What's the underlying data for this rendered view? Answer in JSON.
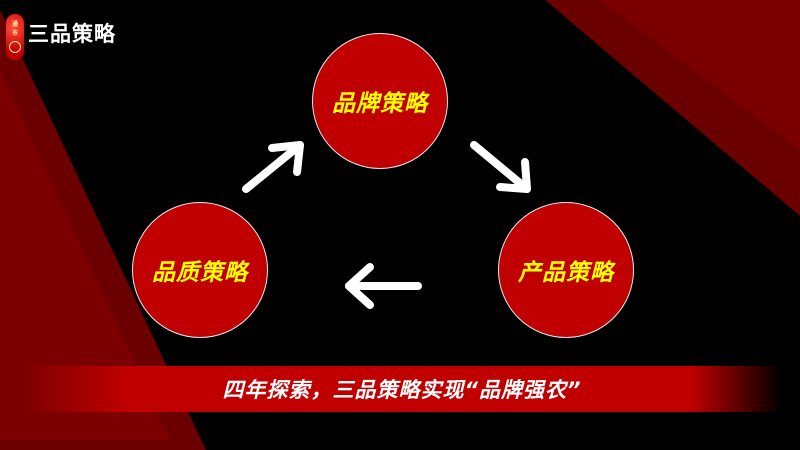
{
  "header": {
    "logo_chars": [
      "通",
      "市"
    ],
    "title": "三品策略"
  },
  "cycle": {
    "top": "品牌策略",
    "left": "品质策略",
    "right": "产品策略"
  },
  "banner": {
    "text": "四年探索，三品策略实现“品牌强农”"
  },
  "colors": {
    "background": "#000000",
    "accent_red": "#c00000",
    "label_yellow": "#ffff00",
    "text_white": "#ffffff"
  }
}
